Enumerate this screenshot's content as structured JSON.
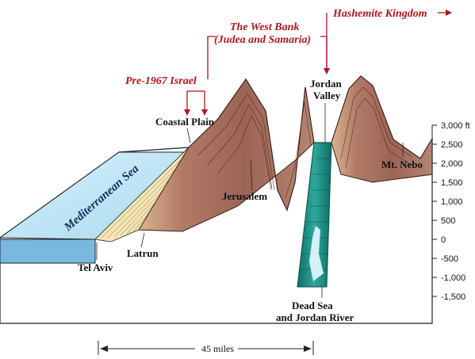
{
  "regions": {
    "pre1967": "Pre-1967 Israel",
    "west_bank_1": "The West Bank",
    "west_bank_2": "(Judea and Samaria)",
    "hashemite": "Hashemite Kingdom"
  },
  "places": {
    "coastal_plain": "Coastal Plain",
    "jordan_valley_1": "Jordan",
    "jordan_valley_2": "Valley",
    "jerusalem": "Jerusalem",
    "mt_nebo": "Mt. Nebo",
    "latrun": "Latrun",
    "tel_aviv": "Tel Aviv",
    "dead_sea_1": "Dead Sea",
    "dead_sea_2": "and Jordan River",
    "mediterranean": "Mediterranean Sea"
  },
  "elevation_scale": {
    "ticks": [
      "3,000 ft",
      "2,500",
      "2,000",
      "1,500",
      "1,000",
      "500",
      "0",
      "-500",
      "-1,000",
      "-1,500"
    ]
  },
  "distance_label": "45 miles",
  "colors": {
    "region_label": "#b0151c",
    "sea": "#bfe3f5",
    "terrain": "#c08a76",
    "coastal": "#f3e6b8",
    "jordan_rift": "#1f8f86"
  }
}
